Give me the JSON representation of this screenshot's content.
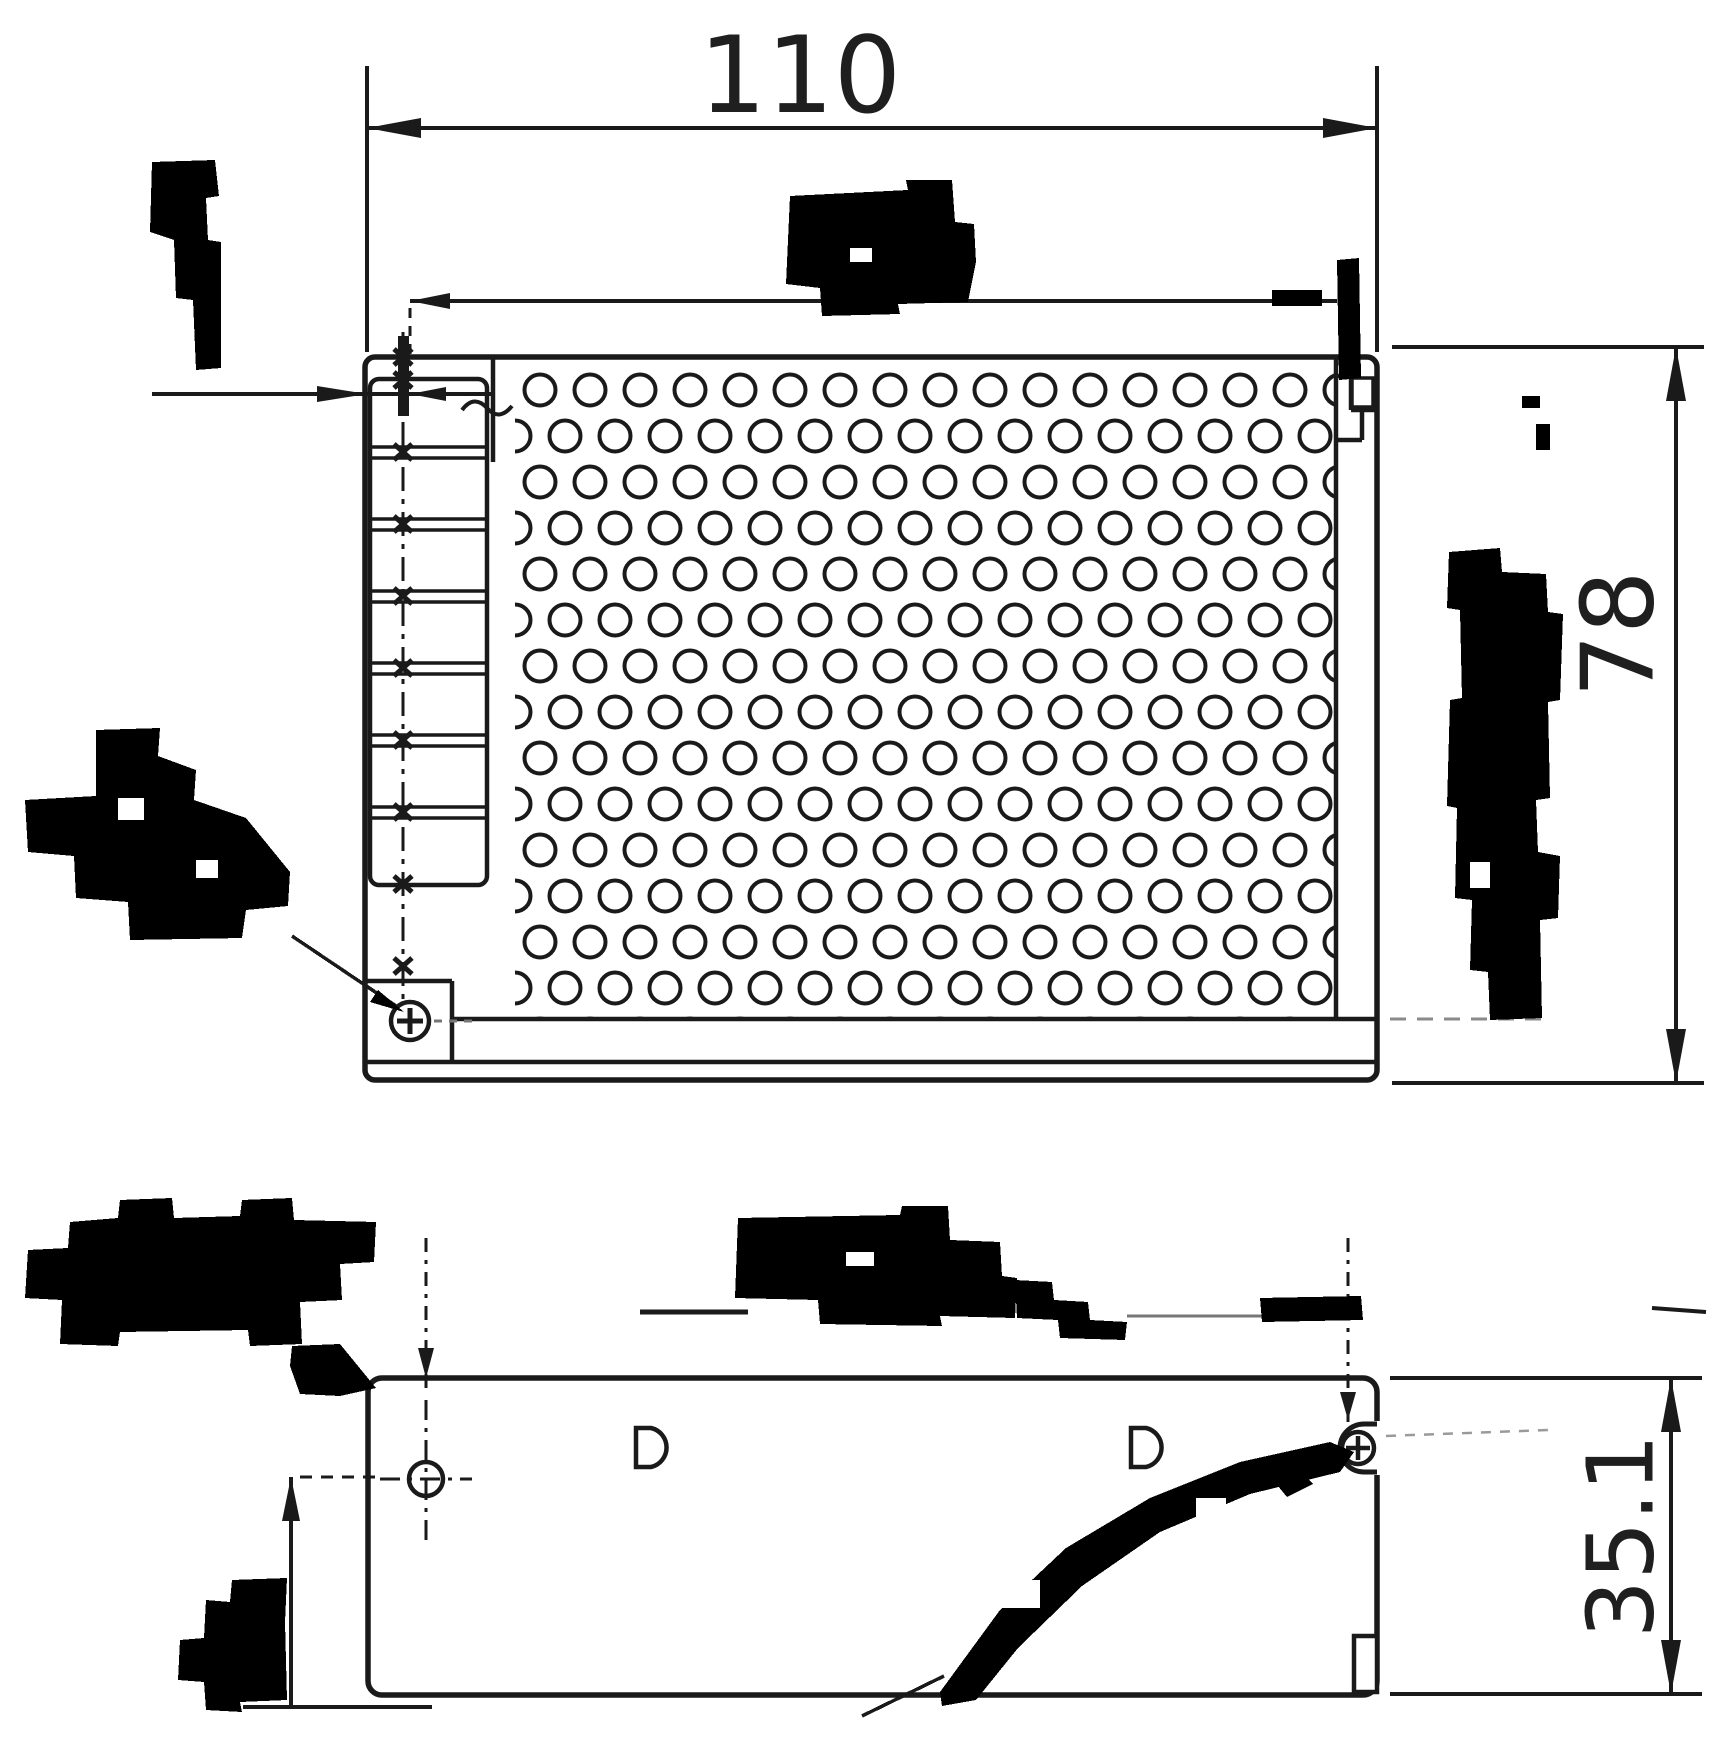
{
  "page": {
    "background": "#ffffff",
    "line_color": "#1a1a1a"
  },
  "drawing": {
    "dimensions": {
      "overall_width": "110",
      "overall_height": "78",
      "overall_depth": "35.1"
    }
  }
}
